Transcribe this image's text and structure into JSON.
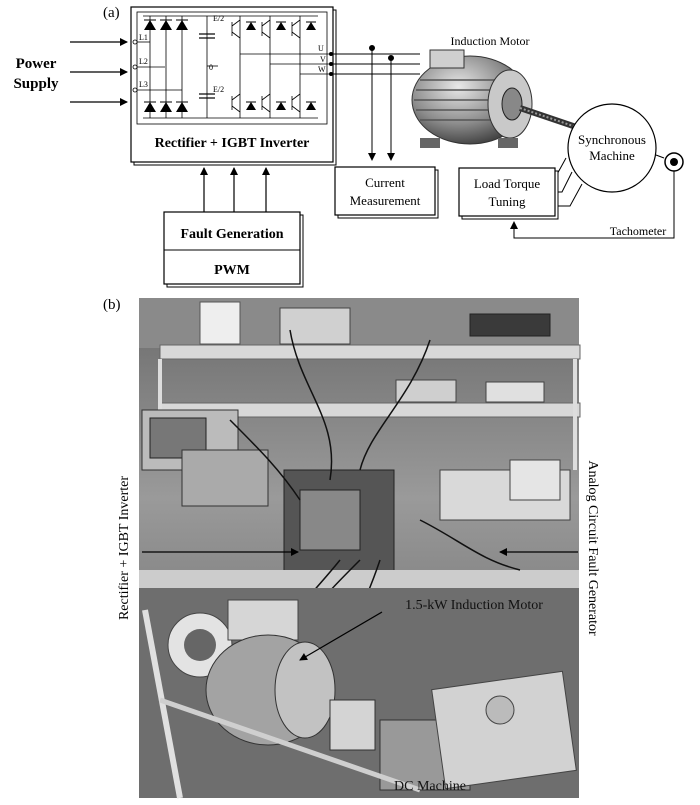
{
  "panel_a": {
    "label": "(a)",
    "power_supply": [
      "Power",
      "Supply"
    ],
    "phases": [
      "L1",
      "L2",
      "L3"
    ],
    "bus_top": "E/2",
    "bus_mid": "0",
    "bus_bottom": "E/2",
    "outputs": [
      "U",
      "V",
      "W"
    ],
    "converter_label": "Rectifier + IGBT Inverter",
    "fault_generation": "Fault Generation",
    "pwm": "PWM",
    "current_measurement": [
      "Current",
      "Measurement"
    ],
    "induction_motor": "Induction Motor",
    "synchronous_machine": [
      "Synchronous",
      "Machine"
    ],
    "load_torque": [
      "Load Torque",
      "Tuning"
    ],
    "tachometer": "Tachometer"
  },
  "panel_b": {
    "label": "(b)",
    "left_label": "Rectifier + IGBT Inverter",
    "right_label": "Analog Circuit Fault Generator",
    "motor_label": "1.5-kW Induction Motor",
    "dc_machine_label": "DC Machine"
  }
}
